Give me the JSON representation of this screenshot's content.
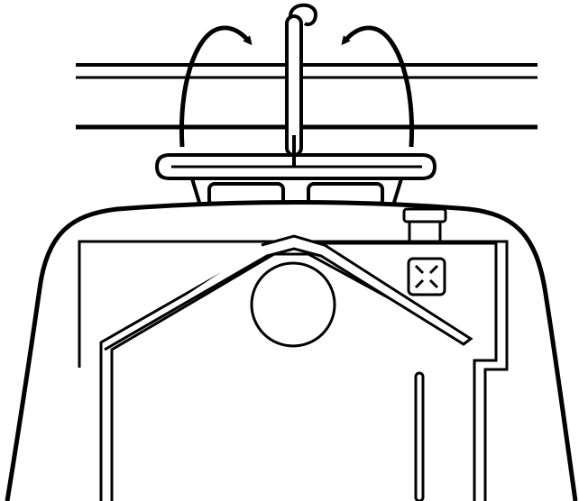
{
  "diagram": {
    "stroke_color": "#000000",
    "background_color": "#ffffff",
    "parts": [
      {
        "name": "horizontal-rail-pair"
      },
      {
        "name": "lower-rail"
      },
      {
        "name": "hook-hanger"
      },
      {
        "name": "rotation-arrow-left-icon"
      },
      {
        "name": "rotation-arrow-right-icon"
      },
      {
        "name": "bracket-base"
      },
      {
        "name": "device-housing"
      },
      {
        "name": "inner-panel"
      },
      {
        "name": "circular-port"
      },
      {
        "name": "square-indicator-icon"
      },
      {
        "name": "top-knob"
      },
      {
        "name": "slot-line"
      }
    ]
  }
}
